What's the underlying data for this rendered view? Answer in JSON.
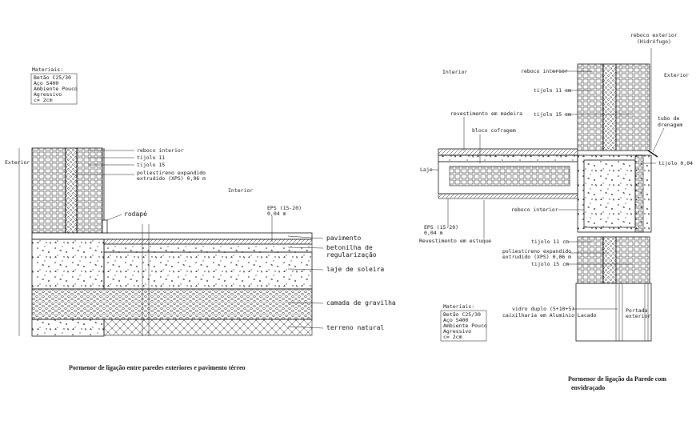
{
  "left": {
    "materials_title": "Materiais:",
    "materials": [
      "Betão C25/30",
      "Aço S400",
      "Ambiente Pouco",
      "Agressivo",
      "c= 2cm"
    ],
    "exterior": "Exterior",
    "interior": "Interior",
    "labels": {
      "reboco": "reboco interior",
      "tijolo11": "tijolo 11",
      "tijolo15": "tijolo 15",
      "poli1": "poliestireno expandido",
      "poli2": "extrudido (XPS) 0,06 m",
      "rodape": "rodapé",
      "eps1": "EPS (15-20)",
      "eps2": "0,04 m",
      "pavimento": "pavimento",
      "betonilha1": "betonilha de",
      "betonilha2": "regularização",
      "laje": "laje de soleira",
      "gravilha": "camada de gravilha",
      "terreno": "terreno natural"
    },
    "caption": "Pormenor de ligação entre paredes exteriores e pavimento térreo"
  },
  "right": {
    "labels": {
      "reboco_ext1": "reboco exterior",
      "reboco_ext2": "(Hidrófugo)",
      "interior": "Interior",
      "exterior": "Exterior",
      "reboco_int_top": "reboco interior",
      "tijolo11_top": "tijolo 11 cm",
      "tijolo15_top": "tijolo 15 cm",
      "revestimento_madeira": "revestimento em madeira",
      "bloco": "bloco cofragem",
      "tubo1": "tubo de",
      "tubo2": "drenagem",
      "laje": "Laje",
      "tijolo004": "tijolo 0,04 m",
      "reboco_int_mid": "reboco interior",
      "eps1": "EPS (15-20)",
      "eps2": "0,04 m",
      "estuque": "Revestimento em estuque",
      "tijolo11_bot": "tijolo 11 cm",
      "poli1": "poliestireno expandido",
      "poli2": "extrudido (XPS) 0,06 m",
      "tijolo15_bot": "tijolo 15 cm",
      "vidro": "vidro duplo (5+10+5)",
      "caixilharia": "caixilharia em Alumínio Lacado",
      "portada1": "Portada",
      "portada2": "exterior"
    },
    "materials_title": "Materiais:",
    "materials": [
      "Betão C25/30",
      "Aço S400",
      "Ambiente Pouco",
      "Agressivo",
      "c= 2cm"
    ],
    "caption1": "Pormenor de ligação da Parede com",
    "caption2": "envidraçado"
  }
}
